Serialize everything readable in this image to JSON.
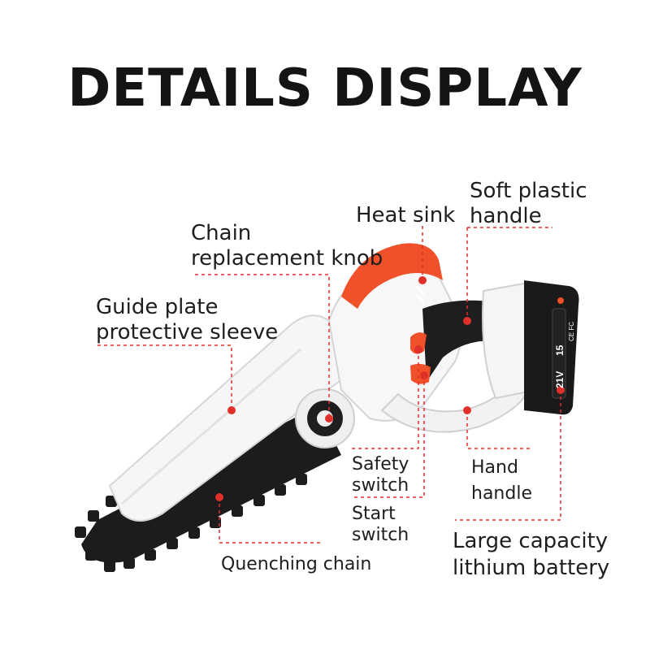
{
  "title": "DETAILS DISPLAY",
  "labels": {
    "soft_plastic_handle": [
      "Soft plastic",
      "handle"
    ],
    "heat_sink": "Heat sink",
    "chain_replacement_knob": [
      "Chain",
      "replacement knob"
    ],
    "guide_plate_sleeve": [
      "Guide plate",
      "protective sleeve"
    ],
    "safety_switch": [
      "Safety",
      "switch"
    ],
    "start_switch": [
      "Start",
      "switch"
    ],
    "hand_handle": [
      "Hand",
      "handle"
    ],
    "quenching_chain": "Quenching chain",
    "battery": [
      "Large capacity",
      "lithium battery"
    ]
  },
  "battery_marking": {
    "voltage": "21V",
    "capacity": "15",
    "certs": "CE FC"
  },
  "colors": {
    "accent": "#f0502a",
    "leader_line": "#e0302a",
    "body": "#f4f4f4",
    "dark": "#1b1b1b",
    "text": "#1e1e1e"
  }
}
